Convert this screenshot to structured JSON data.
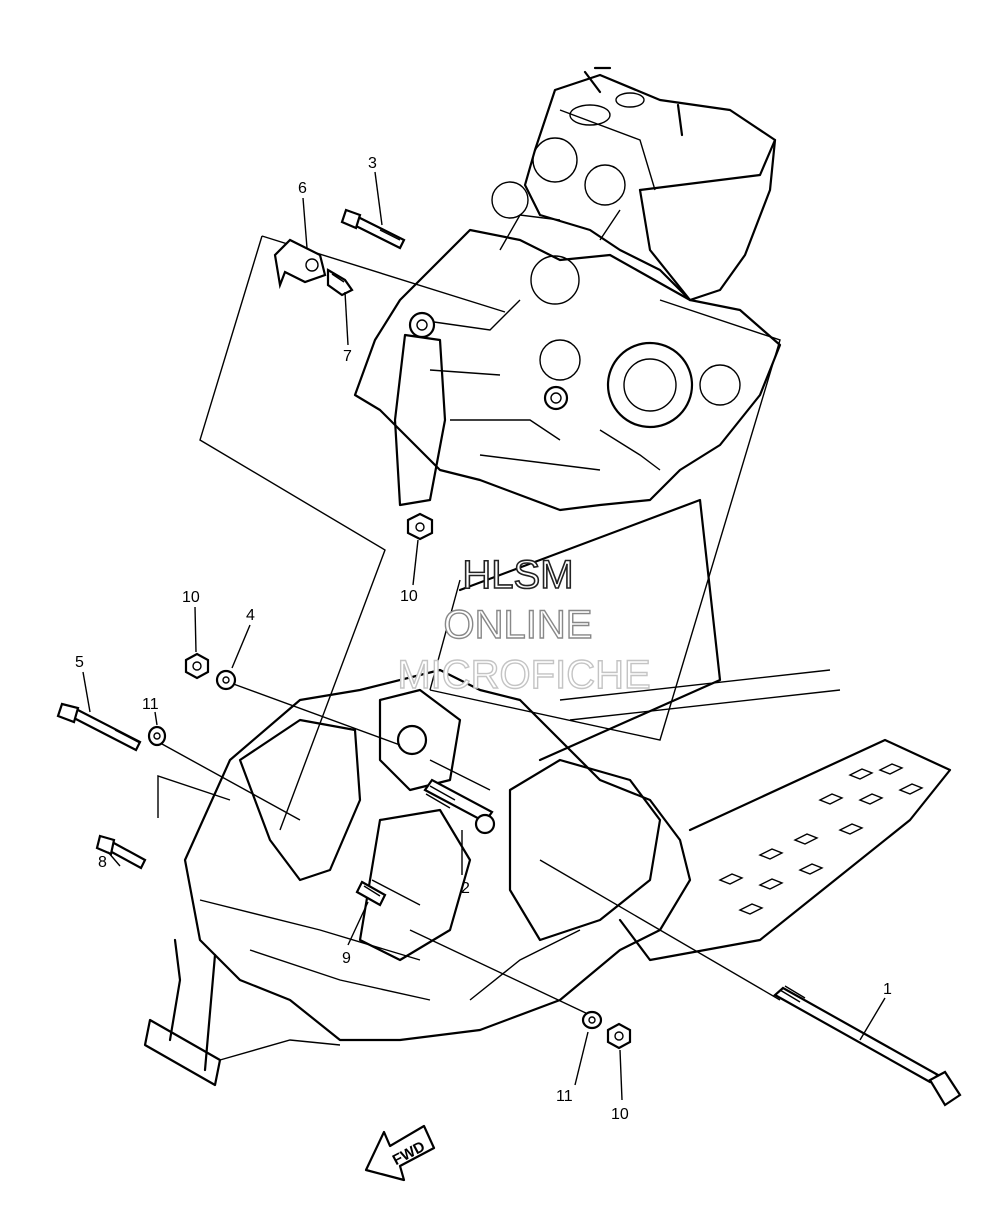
{
  "watermark": {
    "line1": "HLSM",
    "line2": "ONLINE",
    "line3": "MICROFICHE"
  },
  "direction_label": "FWD",
  "callouts": {
    "c1": "1",
    "c2": "2",
    "c3": "3",
    "c4": "4",
    "c5": "5",
    "c6": "6",
    "c7": "7",
    "c8": "8",
    "c9": "9",
    "c10_a": "10",
    "c10_b": "10",
    "c10_c": "10",
    "c11_a": "11",
    "c11_b": "11"
  },
  "colors": {
    "ink": "#000000",
    "paper": "#ffffff"
  }
}
